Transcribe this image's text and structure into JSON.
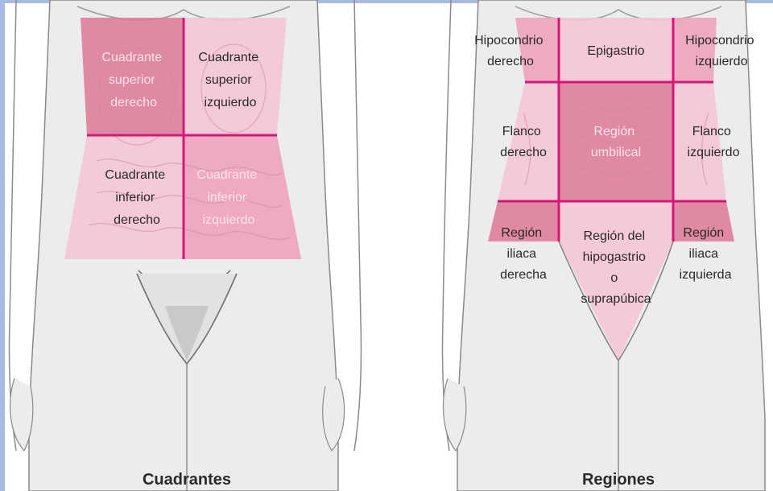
{
  "colors": {
    "skin": "#ececec",
    "skin_line": "#8a8a8a",
    "zone_light": "#f5c7d5",
    "zone_mid": "#eea3bb",
    "zone_dark": "#dd7896",
    "divider": "#d6177a",
    "label_dark": "#2a2a2a",
    "label_light": "#fbe4ec",
    "frame": "#a9b9df"
  },
  "quadrants": {
    "caption": "Cuadrantes",
    "upper_right": [
      "Cuadrante",
      "superior",
      "derecho"
    ],
    "upper_left": [
      "Cuadrante",
      "superior",
      "izquierdo"
    ],
    "lower_right": [
      "Cuadrante",
      "inferior",
      "derecho"
    ],
    "lower_left": [
      "Cuadrante",
      "inferior",
      "izquierdo"
    ]
  },
  "regions": {
    "caption": "Regiones",
    "right_hypochondrium": [
      "Hipocondrio",
      "derecho"
    ],
    "epigastrium": [
      "Epigastrio"
    ],
    "left_hypochondrium": [
      "Hipocondrio",
      "izquierdo"
    ],
    "right_flank": [
      "Flanco",
      "derecho"
    ],
    "umbilical": [
      "Región",
      "umbilical"
    ],
    "left_flank": [
      "Flanco",
      "izquierdo"
    ],
    "right_iliac": [
      "Región",
      "iliaca",
      "derecha"
    ],
    "hypogastrium": [
      "Región del",
      "hipogastrio",
      "o",
      "suprapúbica"
    ],
    "left_iliac": [
      "Región",
      "iliaca",
      "izquierda"
    ]
  }
}
